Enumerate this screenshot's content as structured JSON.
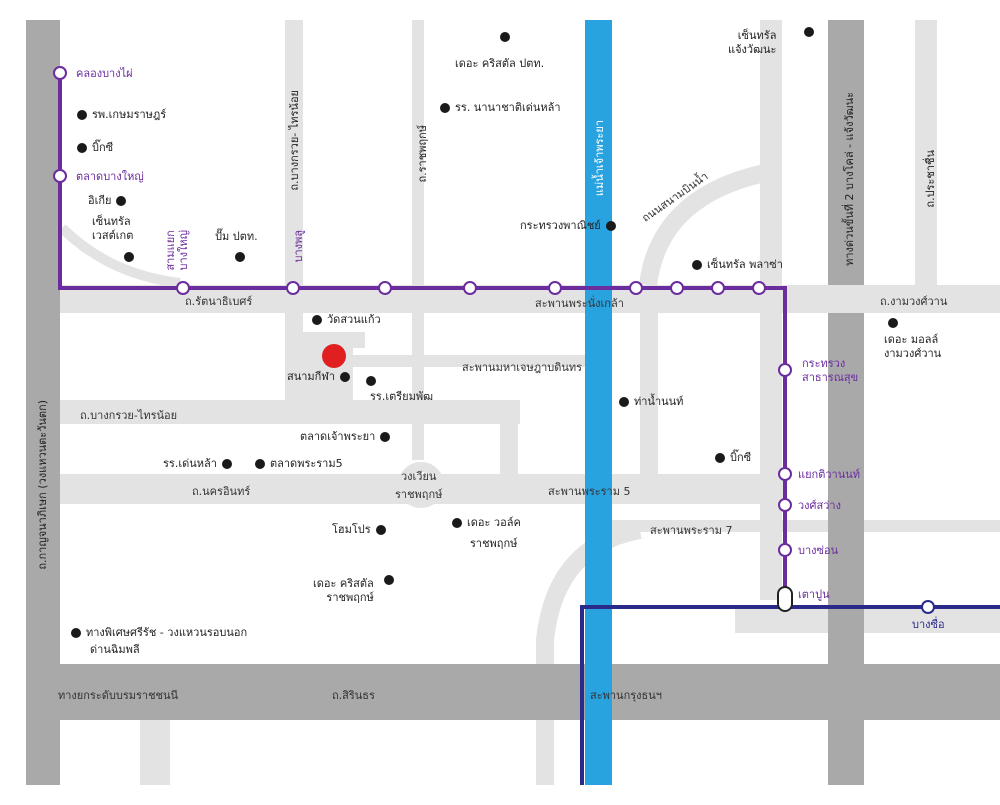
{
  "colors": {
    "road_major": "#a9a9a9",
    "road_minor": "#e3e3e3",
    "river": "#29a3e0",
    "line_purple": "#6a2c9e",
    "line_blue": "#2a2a8a",
    "site_marker": "#e02020",
    "poi_dot": "#1a1a1a"
  },
  "roads": {
    "ratchaphruek_v": "ถ.กาญจนาภิเษก (วงแหวนตะวันตก)",
    "bangkruai_v": "ถ.บางกรวย- ไทรน้อย",
    "ratchaphruek2": "ถ.ราชพฤกษ์",
    "rattanathibet": "ถ.รัตนาธิเบศร์",
    "bangkruai_h": "ถ.บางกรวย-ไทรน้อย",
    "nakhon_in": "ถ.นครอินทร์",
    "ngamwongwan": "ถ.งามวงศ์วาน",
    "prachachuen": "ถ.ประชาชื่น",
    "expressway": "ทางด่วนขั้นที่ 2 บางโคล่ - แจ้งวัฒนะ",
    "sirindhorn": "ถ.สิรินธร",
    "borommaratchachonnani": "ทางยกระดับบรมราชชนนี",
    "airport_road": "ถนนสนามบินน้ำ",
    "river": "แม่น้ำเจ้าพระยา",
    "bridge_nonthaburi": "สะพานพระนั่งเกล้า",
    "bridge_maha": "สะพานมหาเจษฎาบดินทร",
    "bridge_rama5": "สะพานพระราม 5",
    "bridge_rama7": "สะพานพระราม 7",
    "bridge_krungthon": "สะพานกรุงธนฯ",
    "roundabout": [
      "วงเวียน",
      "ราชพฤกษ์"
    ]
  },
  "stations": {
    "khlong_bang_phai": "คลองบางไผ่",
    "talad_bang_yai": "ตลาดบางใหญ่",
    "sam_yaek_bang_yai": [
      "สามแยก",
      "บางใหญ่"
    ],
    "bang_phlu": "บางพลู",
    "krasuang": [
      "กระทรวง",
      "สาธารณสุข"
    ],
    "yaek_tiwanon": "แยกติวานนท์",
    "wong_sawang": "วงศ์สว่าง",
    "bang_son": "บางซ่อน",
    "tao_poon": "เตาปูน",
    "bang_sue": "บางซื่อ"
  },
  "pois": {
    "central_chaeng": [
      "เซ็นทรัล",
      "แจ้งวัฒนะ"
    ],
    "crystal_ptt": "เดอะ คริสตัล ปตท.",
    "nanachat": "รร. นานาชาติเด่นหล้า",
    "kasemrad": "รพ.เกษมราษฎร์",
    "bigc1": "บิ๊กซี",
    "ikea": "อิเกีย",
    "central_west": [
      "เซ็นทรัล",
      "เวสต์เกต"
    ],
    "ptt_pump": "ปั๊ม ปตท.",
    "commerce": "กระทรวงพาณิชย์",
    "central_plaza": "เซ็นทรัล พลาซ่า",
    "the_mall": [
      "เดอะ มอลล์",
      "งามวงศ์วาน"
    ],
    "wat_suan": "วัดสวนแก้ว",
    "sanam_keela": "สนามกีฬา",
    "triam": "รร.เตรียมพัฒ",
    "tha_nam": "ท่าน้ำนนท์",
    "talad_chao": "ตลาดเจ้าพระยา",
    "bigc2": "บิ๊กซี",
    "denla": "รร.เด่นหล้า",
    "talad_rama5": "ตลาดพระราม5",
    "home_pro": "โฮมโปร",
    "the_walk": [
      "เดอะ วอล์ค",
      "ราชพฤกษ์"
    ],
    "crystal_rp": [
      "เดอะ คริสตัล",
      "ราชพฤกษ์"
    ],
    "special_road": [
      "ทางพิเศษศรีรัช - วงแหวนรอบนอก",
      "ด่านฉิมพลี"
    ]
  }
}
